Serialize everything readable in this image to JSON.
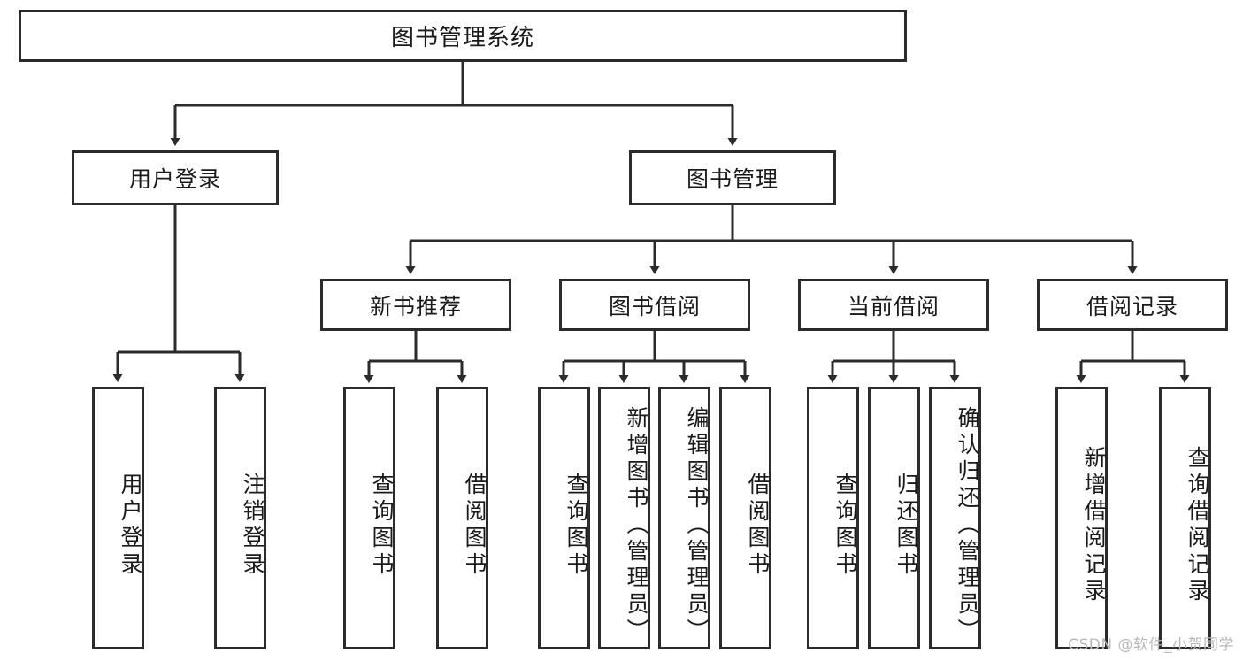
{
  "diagram": {
    "type": "tree-hierarchy-chart",
    "title_node": {
      "label": "图书管理系统"
    },
    "level2": [
      {
        "key": "user_login",
        "label": "用户登录"
      },
      {
        "key": "book_manage",
        "label": "图书管理"
      }
    ],
    "level3": [
      {
        "key": "new_book_rec",
        "label": "新书推荐"
      },
      {
        "key": "book_borrow",
        "label": "图书借阅"
      },
      {
        "key": "current_borrow",
        "label": "当前借阅"
      },
      {
        "key": "borrow_record",
        "label": "借阅记录"
      }
    ],
    "leaves": [
      {
        "key": "leaf-user-login",
        "label": "用户登录"
      },
      {
        "key": "leaf-logout-login",
        "label": "注销登录"
      },
      {
        "key": "leaf-query-book-rec",
        "label": "查询图书"
      },
      {
        "key": "leaf-borrow-book-rec",
        "label": "借阅图书"
      },
      {
        "key": "leaf-query-book-borrow",
        "label": "查询图书"
      },
      {
        "key": "leaf-add-book-admin",
        "label": "新增图书（管理员）"
      },
      {
        "key": "leaf-edit-book-admin",
        "label": "编辑图书（管理员）"
      },
      {
        "key": "leaf-borrow-book",
        "label": "借阅图书"
      },
      {
        "key": "leaf-query-book-current",
        "label": "查询图书"
      },
      {
        "key": "leaf-return-book",
        "label": "归还图书"
      },
      {
        "key": "leaf-confirm-return-admin",
        "label": "确认归还（管理员）"
      },
      {
        "key": "leaf-add-borrow-record",
        "label": "新增借阅记录"
      },
      {
        "key": "leaf-query-borrow-record",
        "label": "查询借阅记录"
      }
    ],
    "colors": {
      "stroke": "#2b2b2b",
      "fill": "#ffffff",
      "text": "#1a1a1a",
      "watermark": "#b9b9b9"
    }
  },
  "watermark": {
    "text": "CSDN @软件_小贺同学"
  }
}
